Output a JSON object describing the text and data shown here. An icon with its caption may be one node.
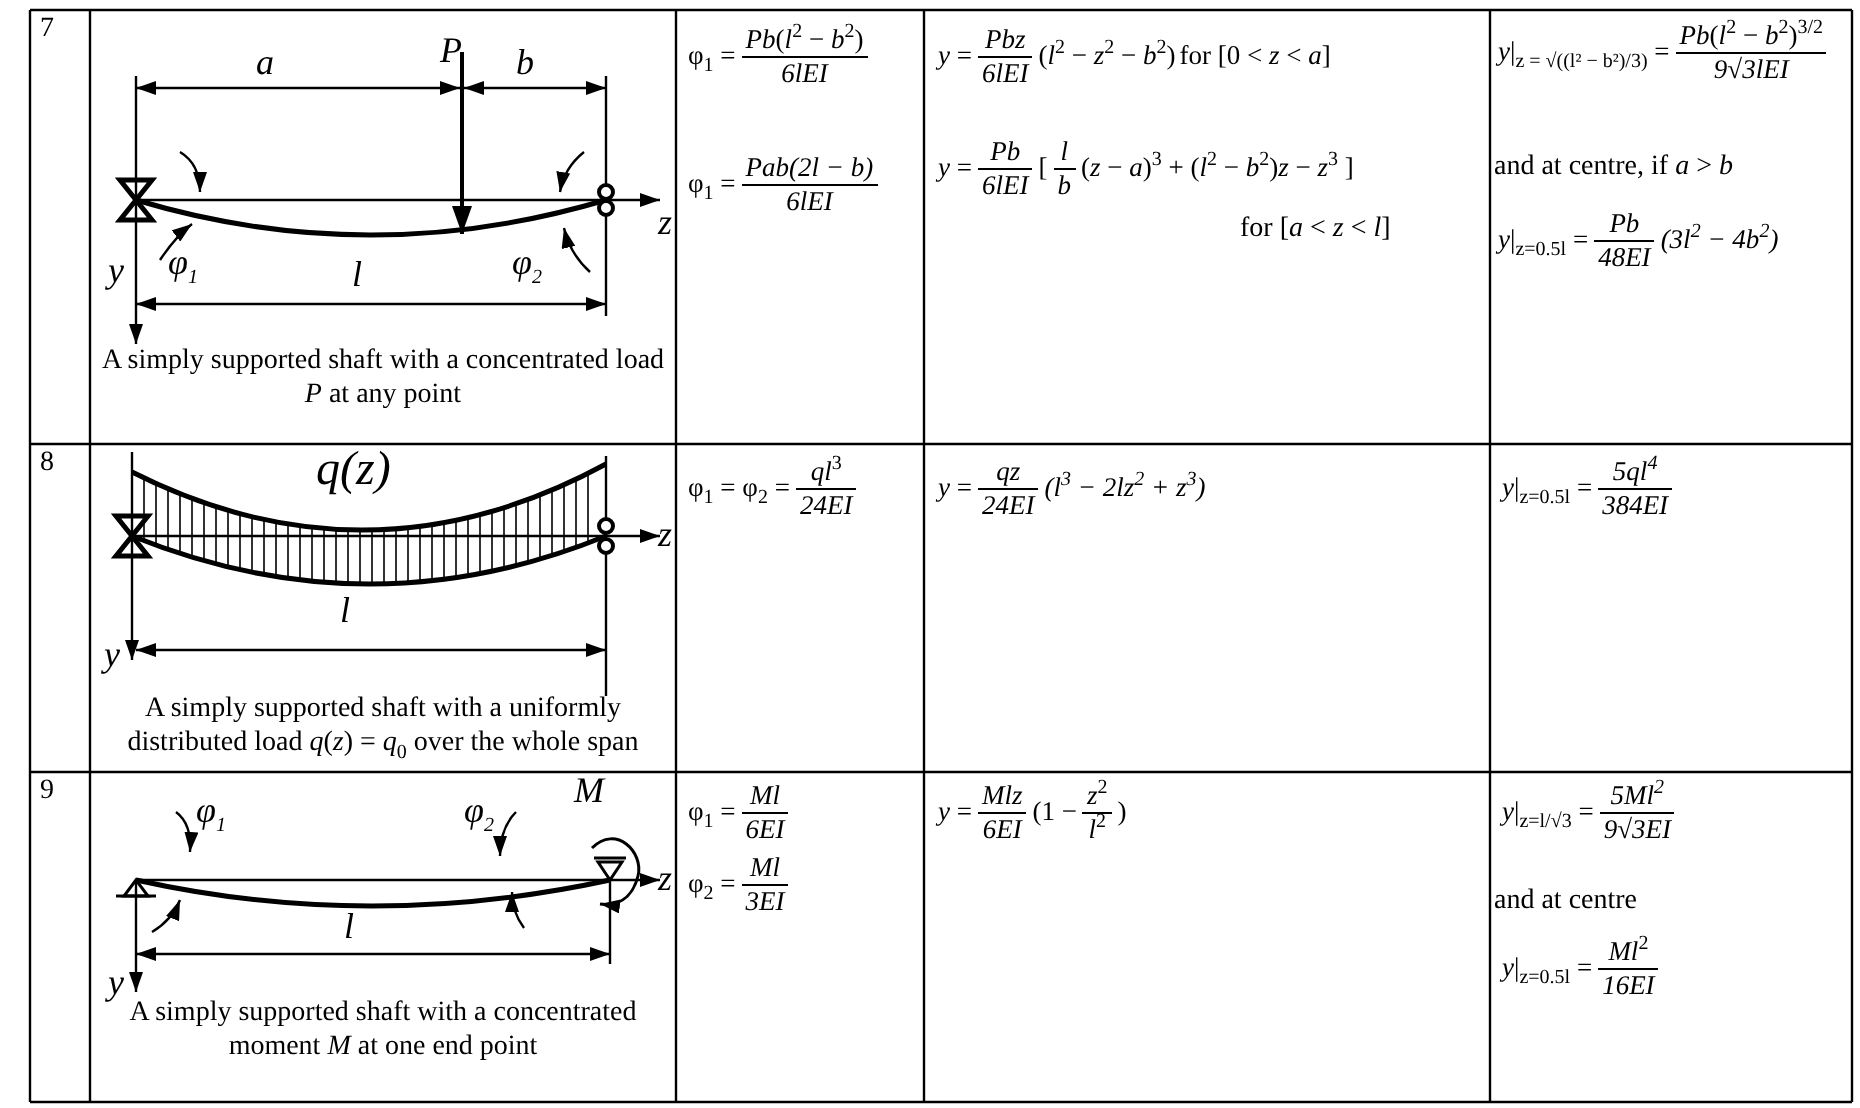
{
  "diagram": {
    "labels": [
      "7",
      "a",
      "P",
      "b",
      "z",
      "y",
      "φ$_{1}$",
      "l",
      "φ$_{2}$",
      "A simply supported shaft with a concentrated load *P* at any point",
      "φ$_{1}$ =",
      "*Pb*(*l*$^{2}$ − *b*$^{2}$)",
      "6lEI",
      "φ$_{1}$ =",
      "Pab(2l − b)",
      "6lEI",
      "*y* =",
      "Pbz",
      "6lEI",
      "(*l*$^{2}$ − *z*$^{2}$ − *b*$^{2}$)",
      "for [0 < *z* < *a*]",
      "*y* =",
      "Pb",
      "6lEI",
      "[",
      "l",
      "b",
      "(*z* − *a*)$^{3}$ + (*l*$^{2}$ − *b*$^{2}$)*z* − *z*$^{3}$ ]",
      "for [*a* < *z* < *l*]",
      "*y*|$_{z = √((l² − b²)/3)}$ =",
      "*Pb*(*l*$^{2}$ − *b*$^{2}$)$^{3/2}$",
      "9√3lEI",
      "and at centre, if *a* > *b*",
      "*y*|$_{z=0.5l}$ =",
      "Pb",
      "48EI",
      "(3l$^{2}$ − 4b$^{2}$)",
      "8",
      "q(z)",
      "z",
      "l",
      "y",
      "A simply supported shaft with a uniformly distributed load *q*(*z*) = *q*$_{0}$ over the whole span",
      "φ$_{1}$ = φ$_{2}$ =",
      "*ql*$^{3}$",
      "24EI",
      "*y* =",
      "qz",
      "24EI",
      "(l$^{3}$ − 2lz$^{2}$ + z$^{3}$)",
      "*y*|$_{z=0.5l}$ =",
      "5ql$^{4}$",
      "384EI",
      "9",
      "φ$_{1}$",
      "φ$_{2}$",
      "M",
      "z",
      "l",
      "y",
      "A simply supported shaft with a concentrated moment *M* at one end point",
      "φ$_{1}$ =",
      "Ml",
      "6EI",
      "φ$_{2}$ =",
      "Ml",
      "3EI",
      "*y* =",
      "Mlz",
      "6EI",
      "(1 −",
      "*z*$^{2}$",
      "*l*$^{2}$",
      ")",
      "*y*|$_{z=l/√3}$ =",
      "5Ml$^{2}$",
      "9√3EI",
      "and at centre",
      "*y*|$_{z=0.5l}$ =",
      "*Ml*$^{2}$",
      "16EI"
    ]
  }
}
